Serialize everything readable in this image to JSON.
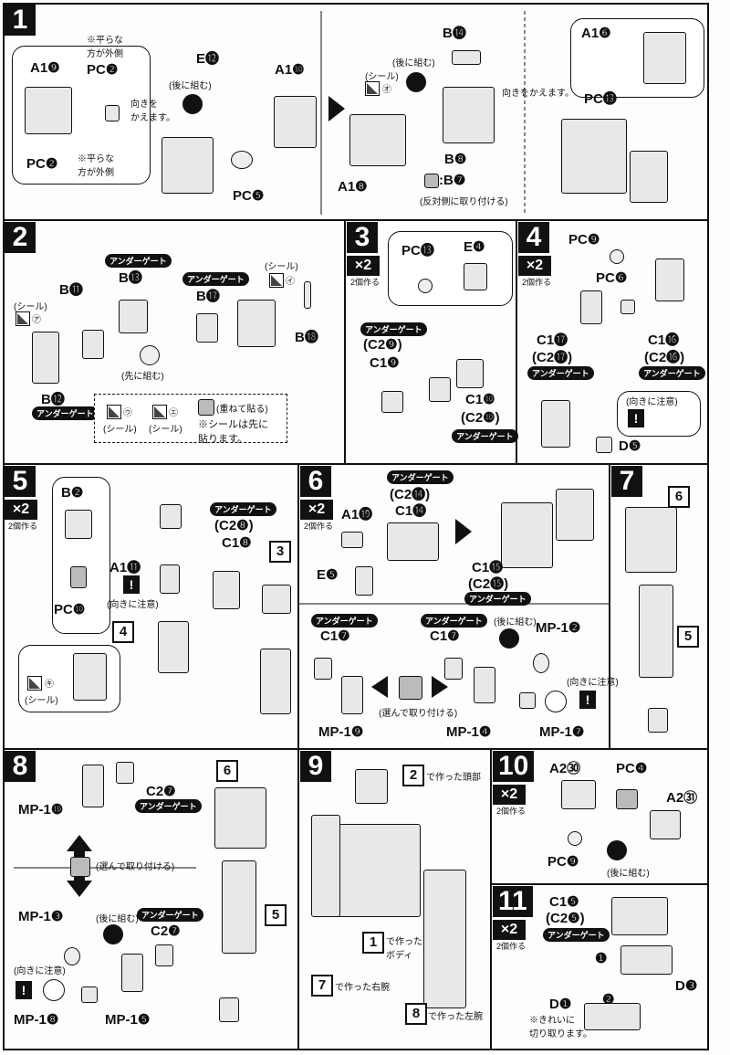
{
  "steps": {
    "s1": {
      "num": "1",
      "a19": "A1❾",
      "pc2a": "PC❷",
      "pc2b": "PC❷",
      "note_flat_a": "※平らな\n方が外側",
      "note_flat_b": "※平らな\n方が外側",
      "e12": "E⓬",
      "a110": "A1❿",
      "pc5": "PC❺",
      "rear": "(後に組む)",
      "turn": "向きを\nかえます。",
      "seal": "(シール)",
      "o": "㋔",
      "a18": "A1❽",
      "b14": "B⓮",
      "b8": "B❽",
      "b7": ":B❼",
      "opp": "(反対側に取り付ける)",
      "turn2": "向きをかえます。",
      "a16": "A1❻",
      "pc13": "PC⓭"
    },
    "s2": {
      "num": "2",
      "ug": "アンダーゲート",
      "b13": "B⓭",
      "b11": "B⓫",
      "b12": "B⓬",
      "b17": "B⓱",
      "b18": "B⓲",
      "seal": "(シール)",
      "a": "㋐",
      "i": "㋑",
      "first": "(先に組む)",
      "u": "㋒",
      "e": "㋓",
      "overlap": "(重ねて貼る)",
      "note": "※シールは先に\n貼ります。"
    },
    "s3": {
      "num": "3",
      "x2": "×2",
      "make2": "2個作る",
      "pc13": "PC⓭",
      "e4": "E❹",
      "ug": "アンダーゲート",
      "c29": "(C2❾)",
      "c19": "C1❾",
      "c110": "C1❿",
      "c210": "(C2❿)"
    },
    "s4": {
      "num": "4",
      "x2": "×2",
      "make2": "2個作る",
      "pc9": "PC❾",
      "pc6": "PC❻",
      "c117": "C1⓱",
      "c217": "(C2⓱)",
      "c116": "C1⓰",
      "c216": "(C2⓰)",
      "ug": "アンダーゲート",
      "care": "(向きに注意)",
      "d5": "D❺"
    },
    "s5": {
      "num": "5",
      "x2": "×2",
      "make2": "2個作る",
      "b2": "B❷",
      "pc10": "PC❿",
      "a111": "A1⓫",
      "care": "(向きに注意)",
      "box4": "4",
      "seal": "(シール)",
      "ki": "㋖",
      "ug": "アンダーゲート",
      "c28": "(C2❽)",
      "c18": "C1❽",
      "box3": "3"
    },
    "s6": {
      "num": "6",
      "x2": "×2",
      "make2": "2個作る",
      "ug": "アンダーゲート",
      "c214": "(C2⓮)",
      "c114": "C1⓮",
      "a119": "A1⓳",
      "e5": "E❺",
      "c115": "C1⓯",
      "c215": "(C2⓯)",
      "c17a": "C1❼",
      "c17b": "C1❼",
      "mp19": "MP-1❾",
      "mp14": "MP-1❹",
      "choose": "(選んで取り付ける)",
      "rear": "(後に組む)",
      "mp12": "MP-1❷",
      "mp17": "MP-1❼",
      "care": "(向きに注意)"
    },
    "s7": {
      "num": "7",
      "box6": "6",
      "box5": "5"
    },
    "s8": {
      "num": "8",
      "mp110": "MP-1❿",
      "c27a": "C2❼",
      "c27b": "C2❼",
      "ug": "アンダーゲート",
      "choose": "(選んで取り付ける)",
      "mp13": "MP-1❸",
      "rear": "(後に組む)",
      "care": "(向きに注意)",
      "mp18": "MP-1❽",
      "mp15": "MP-1❺",
      "box6": "6",
      "box5": "5"
    },
    "s9": {
      "num": "9",
      "box2": "2",
      "head": "で作った頭部",
      "box1": "1",
      "body": "で作った\nボディ",
      "box7": "7",
      "rarm": "で作った右腕",
      "box8": "8",
      "larm": "で作った左腕"
    },
    "s10": {
      "num": "10",
      "x2": "×2",
      "make2": "2個作る",
      "a230": "A2㉚",
      "pc4": "PC❹",
      "a231": "A2㉛",
      "pc9": "PC❾",
      "rear": "(後に組む)"
    },
    "s11": {
      "num": "11",
      "x2": "×2",
      "make2": "2個作る",
      "c15": "C1❺",
      "c25": "(C2❺)",
      "ug": "アンダーゲート",
      "d3": "D❸",
      "d1": "D❶",
      "n1": "❶",
      "n2": "❷",
      "note": "※きれいに\n切り取ります。"
    }
  },
  "colors": {
    "ink": "#111111",
    "paper": "#ffffff",
    "part_fill": "#e8e8e8"
  }
}
